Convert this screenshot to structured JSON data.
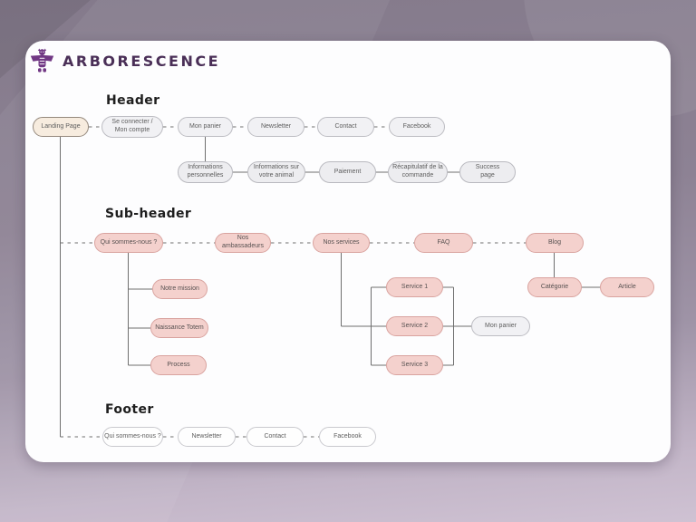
{
  "logo": {
    "title": "ARBORESCENCE",
    "icon": "totem-bird-icon"
  },
  "sections": {
    "header": "Header",
    "subheader": "Sub-header",
    "footer": "Footer"
  },
  "colors": {
    "pink_fill": "#f4d1cd",
    "pink_border": "#d9a39f",
    "beige_fill": "#f7ecdf",
    "beige_border": "#94887c",
    "gray_fill": "#f1f1f4",
    "gray_border": "#bcbcc2",
    "white_fill": "#fefefe",
    "white_border": "#c9c9ce",
    "line": "#6f6f6f",
    "logo_purple": "#4a2f57",
    "icon_purple": "#713884",
    "card_bg": "#fdfdfe",
    "backdrop": "#8d8294"
  },
  "nodes": {
    "landing_page": "Landing Page",
    "se_connecter": "Se connecter /\nMon compte",
    "mon_panier": "Mon panier",
    "newsletter": "Newsletter",
    "contact": "Contact",
    "facebook": "Facebook",
    "infos_personnelles": "Informations\npersonnelles",
    "infos_animal": "Informations sur\nvotre animal",
    "paiement": "Paiement",
    "recapitulatif": "Récapitulatif de la\ncommande",
    "success_page": "Success\npage",
    "qui_sommes_nous": "Qui sommes-nous ?",
    "nos_ambassadeurs": "Nos ambassadeurs",
    "nos_services": "Nos services",
    "faq": "FAQ",
    "blog": "Blog",
    "notre_mission": "Notre mission",
    "naissance_totem": "Naissance Totem",
    "process": "Process",
    "service_1": "Service 1",
    "service_2": "Service 2",
    "service_3": "Service 3",
    "mon_panier_services": "Mon panier",
    "categorie": "Catégorie",
    "article": "Article",
    "footer_qui_sommes_nous": "Qui sommes-nous ?",
    "footer_newsletter": "Newsletter",
    "footer_contact": "Contact",
    "footer_facebook": "Facebook"
  }
}
